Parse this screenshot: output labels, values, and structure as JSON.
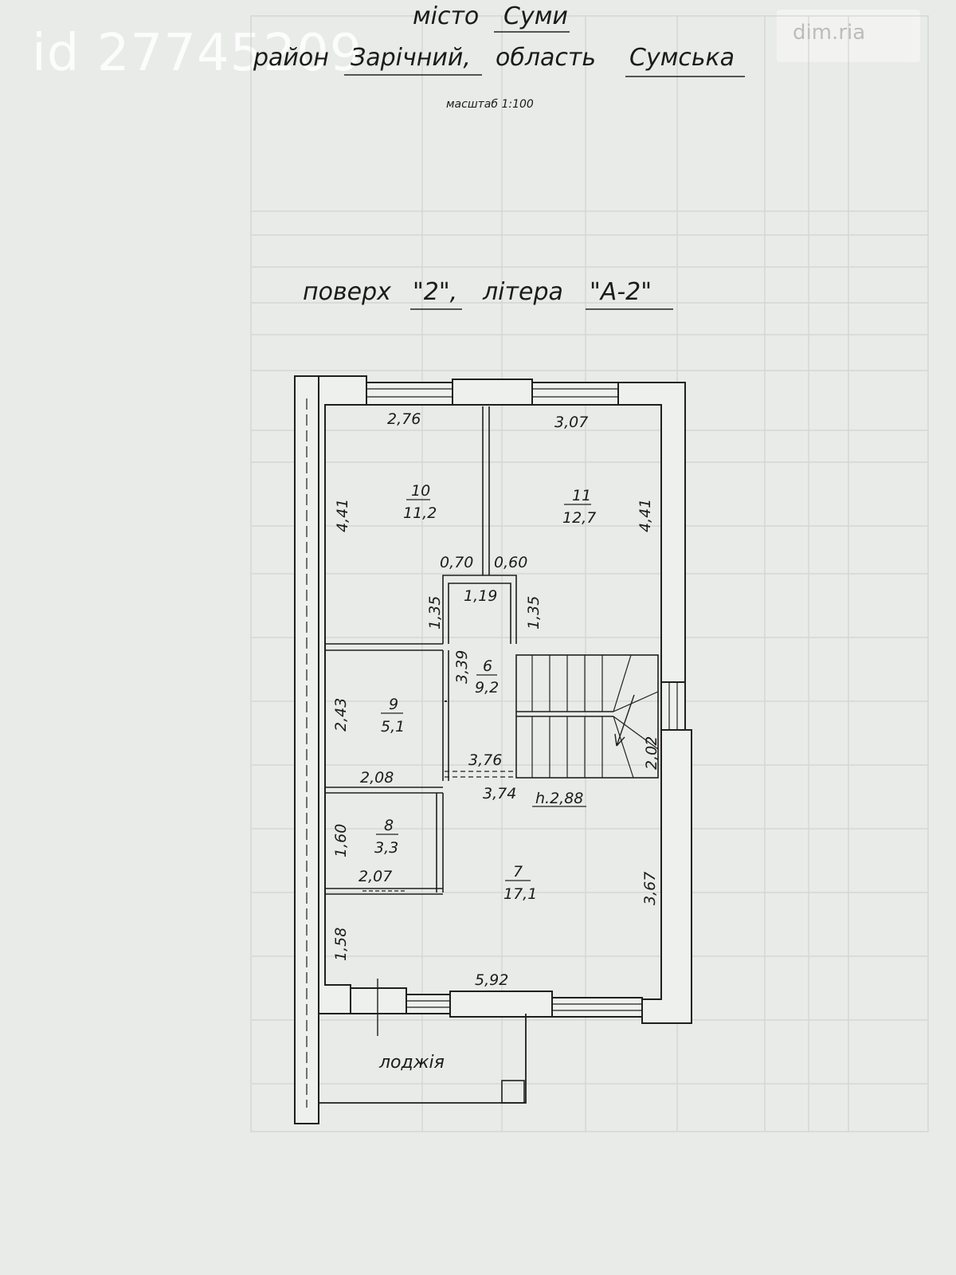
{
  "header": {
    "city_prefix": "місто",
    "city": "Суми",
    "district_prefix": "район",
    "district": "Зарічний,",
    "region_prefix": "область",
    "region": "Сумська",
    "scale": "масштаб 1:100"
  },
  "floor_title": {
    "floor_prefix": "поверх",
    "floor": "\"2\",",
    "letter_prefix": "літера",
    "letter": "\"А-2\""
  },
  "watermark": {
    "id_text": "id 27745209",
    "badge_text": "dim.ria"
  },
  "rooms": [
    {
      "number": "10",
      "area": "11,2"
    },
    {
      "number": "11",
      "area": "12,7"
    },
    {
      "number": "6",
      "area": "9,2"
    },
    {
      "number": "9",
      "area": "5,1"
    },
    {
      "number": "8",
      "area": "3,3"
    },
    {
      "number": "7",
      "area": "17,1"
    }
  ],
  "loggia_label": "лоджія",
  "ceiling_height": "h.2,88",
  "dimensions": {
    "r10_width": "2,76",
    "r11_width": "3,07",
    "r10_depth": "4,41",
    "r11_depth": "4,41",
    "door_left": "0,70",
    "door_right": "0,60",
    "corridor_width": "1,19",
    "corridor_left_h": "1,35",
    "corridor_right_h": "1,35",
    "r6_length": "3,39",
    "r9_height": "2,43",
    "r9_width": "2,08",
    "stair_top": "3,76",
    "stair_bottom": "3,74",
    "stair_side": "2,02",
    "r8_height": "1,60",
    "r8_width": "2,07",
    "r7_height": "3,67",
    "r7_lower": "1,58",
    "r7_width": "5,92"
  }
}
